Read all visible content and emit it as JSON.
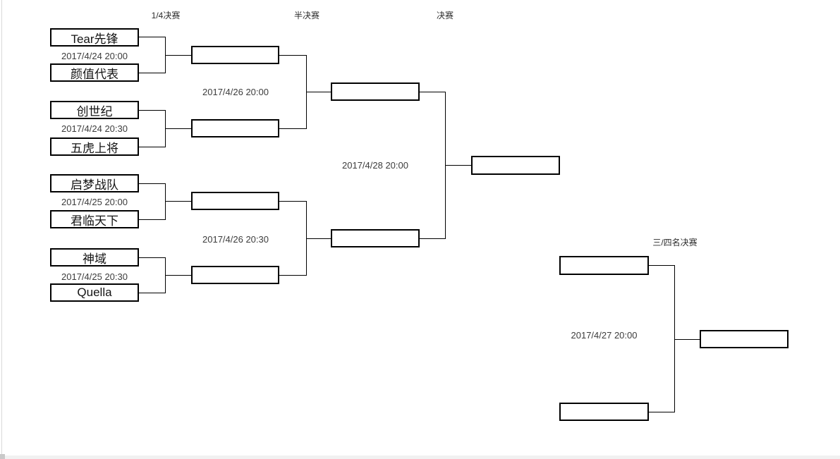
{
  "bracket": {
    "rounds": [
      {
        "label": "1/4决赛",
        "matches": [
          {
            "team_top": "Tear先锋",
            "team_bottom": "颜值代表",
            "time": "2017/4/24 20:00"
          },
          {
            "team_top": "创世纪",
            "team_bottom": "五虎上将",
            "time": "2017/4/24 20:30"
          },
          {
            "team_top": "启梦战队",
            "team_bottom": "君临天下",
            "time": "2017/4/25 20:00"
          },
          {
            "team_top": "神域",
            "team_bottom": "Quella",
            "time": "2017/4/25 20:30"
          }
        ]
      },
      {
        "label": "半决赛",
        "matches": [
          {
            "time": "2017/4/26 20:00"
          },
          {
            "time": "2017/4/26 20:30"
          }
        ]
      },
      {
        "label": "决赛",
        "matches": [
          {
            "time": "2017/4/28 20:00"
          }
        ]
      }
    ],
    "third_place": {
      "label": "三/四名决赛",
      "time": "2017/4/27 20:00"
    }
  },
  "colors": {
    "box_border": "#000000",
    "connector_line": "#000000",
    "team_text": "#141414",
    "date_text": "#3c3c3c",
    "background": "#ffffff"
  }
}
